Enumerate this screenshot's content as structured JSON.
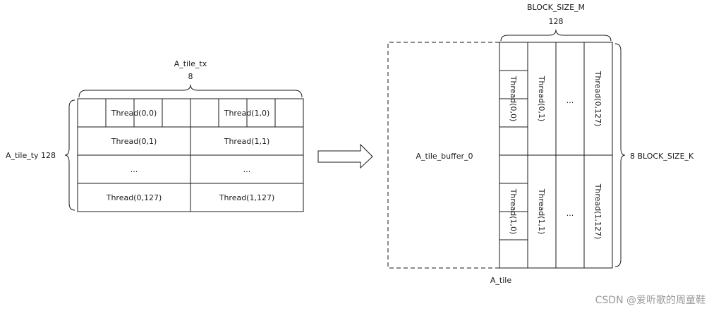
{
  "left": {
    "tx_label": "A_tile_tx",
    "tx_value": "8",
    "ty_label": "A_tile_ty 128",
    "cells": {
      "t00": "Thread(0,0)",
      "t10": "Thread(1,0)",
      "t01": "Thread(0,1)",
      "t11": "Thread(1,1)",
      "dots_left": "...",
      "dots_right": "...",
      "t0127": "Thread(0,127)",
      "t1127": "Thread(1,127)"
    }
  },
  "right": {
    "m_label": "BLOCK_SIZE_M",
    "m_value": "128",
    "k_label": "8  BLOCK_SIZE_K",
    "buffer_label": "A_tile_buffer_0",
    "tile_label": "A_tile",
    "cells": {
      "t00": "Thread(0,0)",
      "t01": "Thread(0,1)",
      "dots_top": "...",
      "t0127": "Thread(0,127)",
      "t10": "Thread(1,0)",
      "t11": "Thread(1,1)",
      "dots_bottom": "...",
      "t1127": "Thread(1,127)"
    }
  },
  "watermark": "CSDN @爱听歌的周童鞋"
}
